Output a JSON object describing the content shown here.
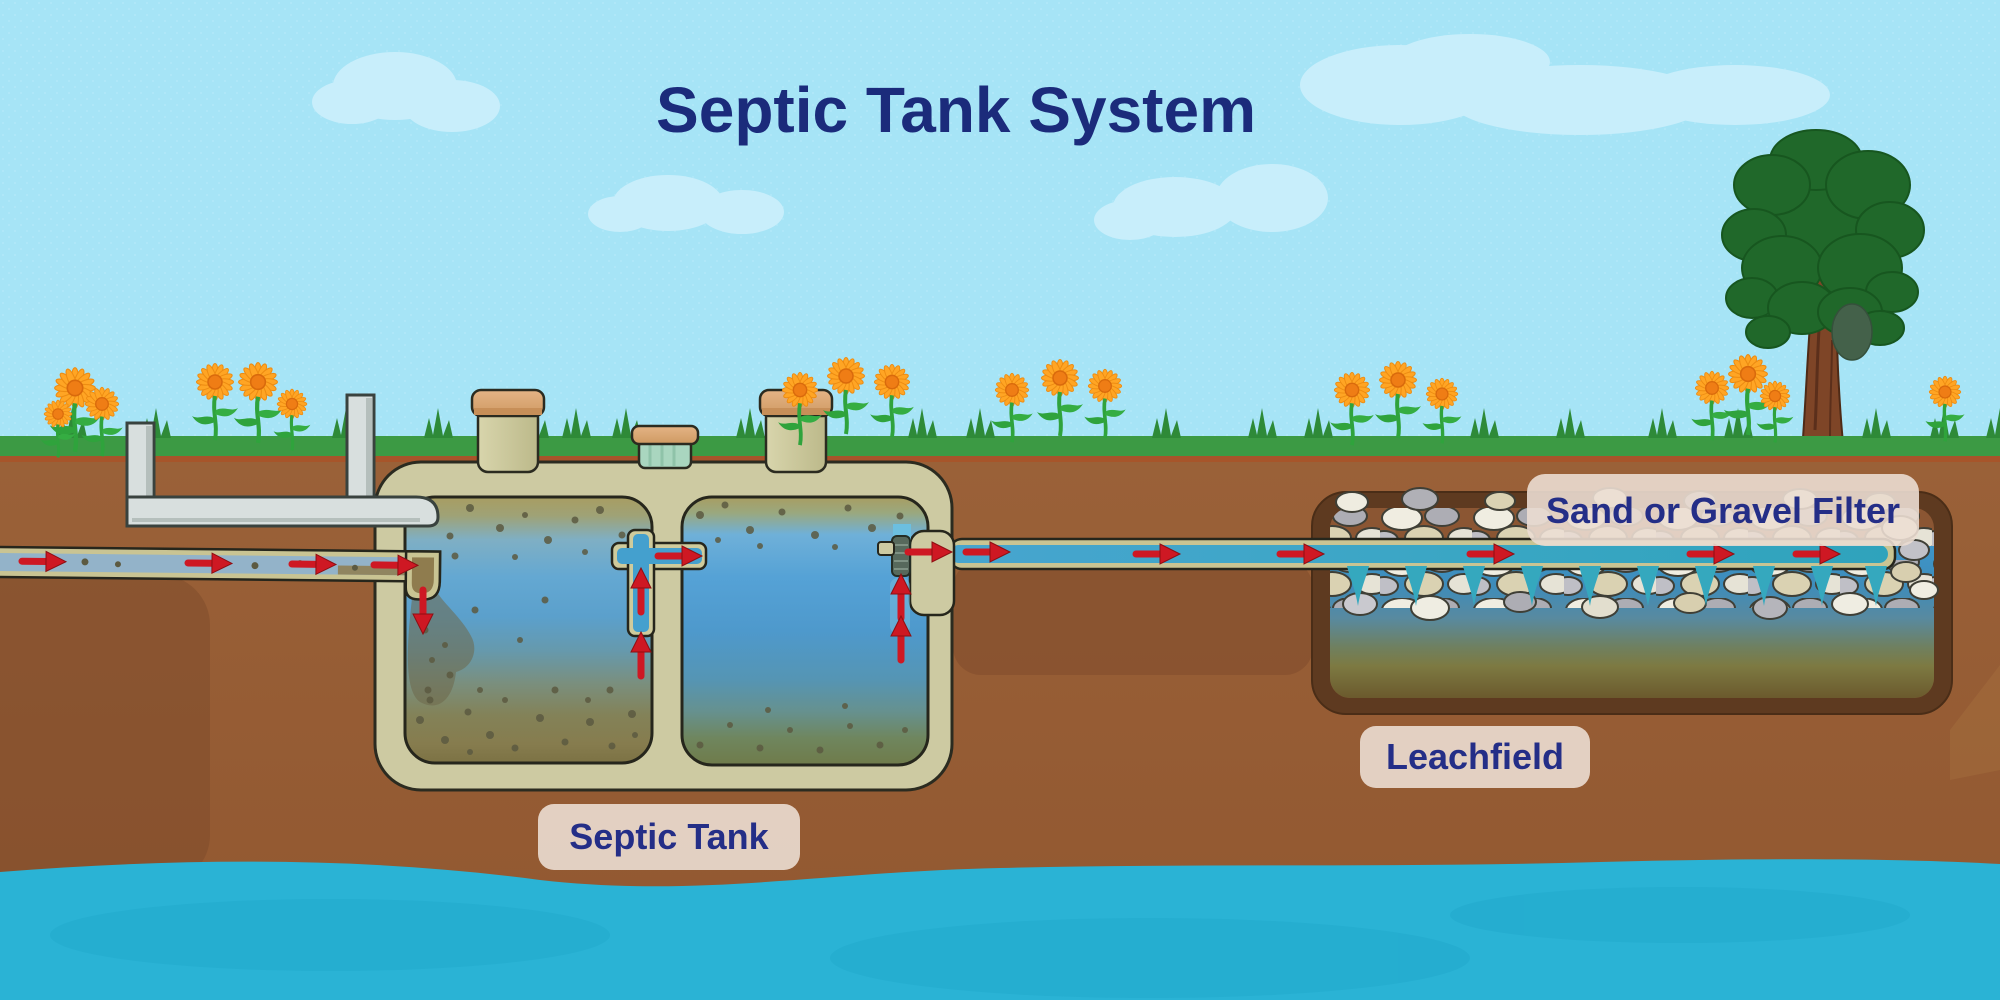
{
  "title": "Septic Tank System",
  "labels": {
    "septic_tank": "Septic Tank",
    "leachfield": "Leachfield",
    "sand_or_gravel_filter": "Sand or Gravel Filter"
  },
  "colors": {
    "sky": "#A6E4F6",
    "cloud": "#C8EEFB",
    "title_text": "#1B2B7B",
    "label_text": "#242E87",
    "label_bg": "#EBDDD2",
    "grass": "#3C9A44",
    "grass_tuft": "#2E8A38",
    "soil": "#9A6138",
    "soil_line": "#A7552A",
    "groundwater": "#2AB3D5",
    "tank_body": "#CDCAA2",
    "pipe_wall": "#C9C493",
    "pipe_water_blue": "#47A5CF",
    "inlet_water": "#93B3C9",
    "flow_arrow": "#CE1823",
    "droplet": "#35A8BE",
    "leachfield_frame": "#5E3A20",
    "gravel_light": "#F0EDE1",
    "gravel_gray": "#ADADB4",
    "flower_petal": "#FFA524",
    "flower_center": "#EF7D15",
    "tree_foliage": "#20682A",
    "tree_trunk": "#7E4527"
  }
}
